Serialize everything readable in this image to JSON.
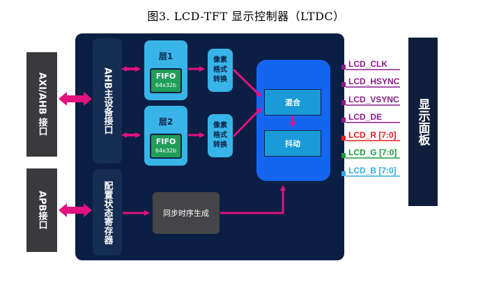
{
  "title": "图3.      LCD-TFT 显示控制器（LTDC）",
  "axi_interface": "AXI/AHB 接口",
  "apb_interface": "APB接口",
  "ahb_master": "AHB主设备接口",
  "config_regs": "配置状态寄存器",
  "layers": [
    {
      "label": "层1",
      "fifo": "FIFO",
      "fifo_size": "64x32b",
      "conv": [
        "像素",
        "格式",
        "转换"
      ]
    },
    {
      "label": "层2",
      "fifo": "FIFO",
      "fifo_size": "64x32b",
      "conv": [
        "像素",
        "格式",
        "转换"
      ]
    }
  ],
  "blend": "混合",
  "dither": "抖动",
  "sync_gen": "同步时序生成",
  "display_panel": "显示面板",
  "signals": [
    {
      "label": "LCD_CLK",
      "color": "#8b1a89"
    },
    {
      "label": "LCD_HSYNC",
      "color": "#8b1a89"
    },
    {
      "label": "LCD_VSYNC",
      "color": "#8b1a89"
    },
    {
      "label": "LCD_DE",
      "color": "#8b1a89"
    },
    {
      "label": "LCD_R [7:0]",
      "color": "#e51e1e"
    },
    {
      "label": "LCD_G [7:0]",
      "color": "#1b9a3c"
    },
    {
      "label": "LCD_B [7:0]",
      "color": "#35a9e0"
    }
  ],
  "colors": {
    "arrow": "#e3127e",
    "navy": "#0b1f45",
    "cyan": "#38b4e8",
    "blue": "#1466f0"
  }
}
